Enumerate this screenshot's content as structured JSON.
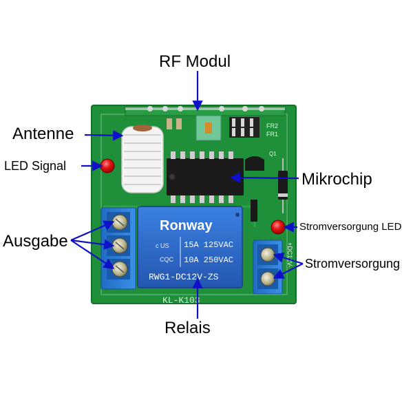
{
  "labels": {
    "rf_modul": "RF Modul",
    "antenne": "Antenne",
    "led_signal": "LED Signal",
    "mikrochip": "Mikrochip",
    "ausgabe": "Ausgabe",
    "stromversorgung_led": "Stromversorgung LED",
    "stromversorgung": "Stromversorgung",
    "relais": "Relais"
  },
  "board": {
    "relay_brand": "Ronway",
    "relay_rating_1": "15A 125VAC",
    "relay_rating_2": "10A 250VAC",
    "relay_model": "RWG1-DC12V-ZS",
    "relay_cert_1": "c US",
    "relay_cert_2": "CQC",
    "board_id": "KL-K103",
    "silkscreen_fr2": "FR2",
    "silkscreen_fr1": "FR1",
    "silkscreen_q1": "Q1",
    "power_terminal_text": "+DC12V-"
  },
  "colors": {
    "pcb": "#1f8f3a",
    "relay": "#2f6fd0",
    "terminal": "#2a7fd8",
    "arrow": "#1010c8",
    "led": "#e01010"
  }
}
